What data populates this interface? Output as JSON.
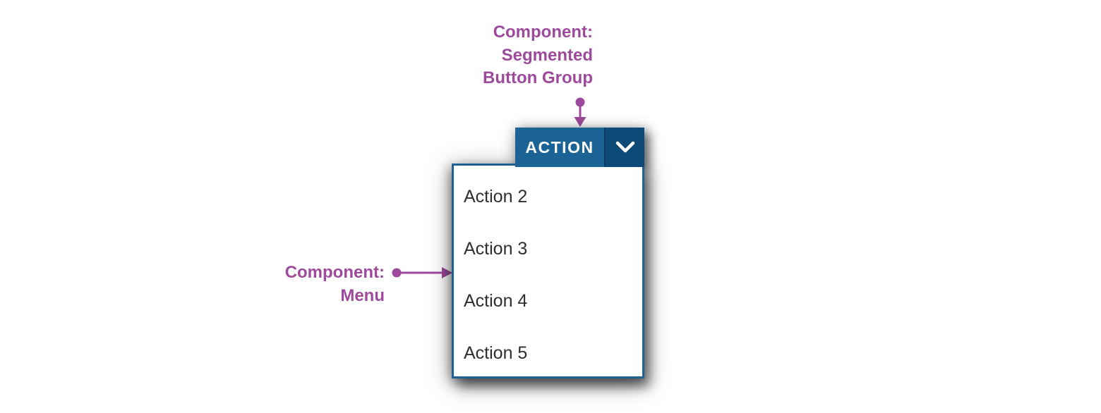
{
  "annotations": {
    "purple": "#9d4a9c",
    "segmented_button_group": {
      "prefix": "Component:",
      "name_lines": [
        "Segmented",
        "Button Group"
      ]
    },
    "menu": {
      "prefix": "Component:",
      "name_lines": [
        "Menu"
      ]
    }
  },
  "segmented_button_group": {
    "action_button": {
      "label": "ACTION",
      "background": "#1b6394",
      "text_color": "#ffffff"
    },
    "dropdown_toggle": {
      "icon": "chevron-down-icon",
      "background": "#0e4a78",
      "divider_color": "#0a3c63"
    }
  },
  "menu": {
    "border_color": "#1d6295",
    "text_color": "#2e2e2e",
    "items": [
      {
        "label": "Action 2"
      },
      {
        "label": "Action 3"
      },
      {
        "label": "Action 4"
      },
      {
        "label": "Action 5"
      }
    ]
  }
}
